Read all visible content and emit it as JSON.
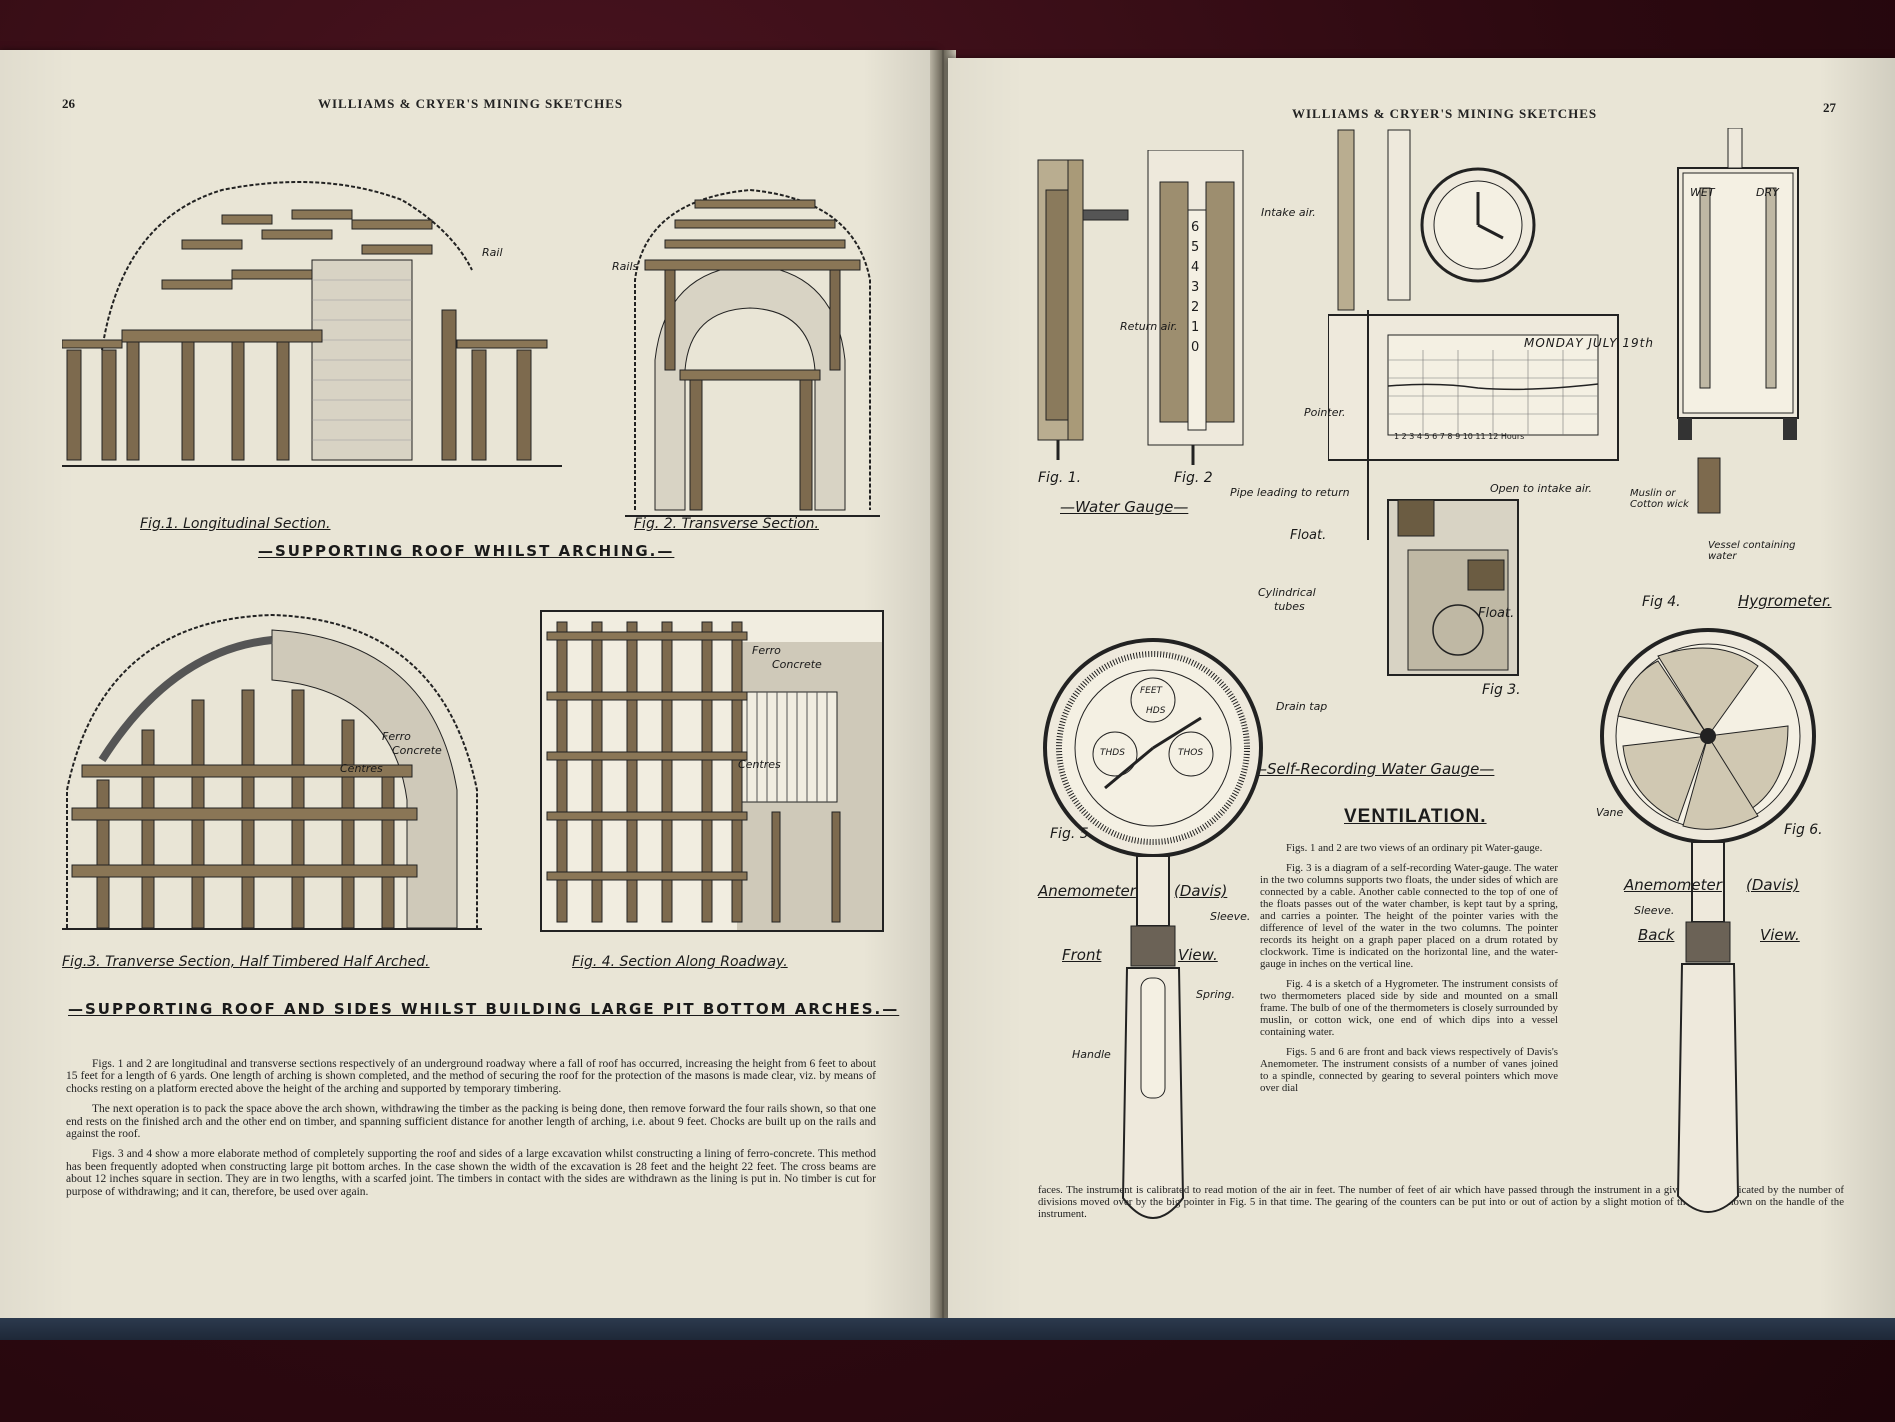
{
  "left": {
    "page_number": "26",
    "running_head": "WILLIAMS & CRYER'S MINING SKETCHES",
    "figures": [
      {
        "caption": "Fig.1.   Longitudinal  Section.",
        "labels": [
          "Rail"
        ]
      },
      {
        "caption": "Fig. 2.   Transverse  Section.",
        "labels": [
          "Rails"
        ]
      },
      {
        "caption": "Fig.3. Tranverse Section, Half Timbered Half Arched.",
        "labels": [
          "Ferro",
          "Concrete",
          "Centres"
        ]
      },
      {
        "caption": "Fig. 4.  Section Along Roadway.",
        "labels": [
          "Ferro",
          "Concrete",
          "Centres"
        ]
      }
    ],
    "section_title_1": "—Supporting Roof Whilst Arching.—",
    "section_title_2": "—Supporting Roof And Sides Whilst Building Large Pit Bottom Arches.—",
    "paragraphs": [
      "Figs. 1 and 2 are longitudinal and transverse sections respectively of an underground roadway where a fall of roof has occurred, increasing the height from 6 feet to about 15 feet for a length of 6 yards. One length of arching is shown completed, and the method of securing the roof for the protection of the masons is made clear, viz. by means of chocks resting on a platform erected above the height of the arching and supported by temporary timbering.",
      "The next operation is to pack the space above the arch shown, withdrawing the timber as the packing is being done, then remove forward the four rails shown, so that one end rests on the finished arch and the other end on timber, and spanning sufficient distance for another length of arching, i.e. about 9 feet. Chocks are built up on the rails and against the roof.",
      "Figs. 3 and 4 show a more elaborate method of completely supporting the roof and sides of a large excavation whilst constructing a lining of ferro-concrete. This method has been frequently adopted when constructing large pit bottom arches. In the case shown the width of the excavation is 28 feet and the height 22 feet. The cross beams are about 12 inches square in section. They are in two lengths, with a scarfed joint. The timbers in contact with the sides are withdrawn as the lining is put in. No timber is cut for purpose of withdrawing; and it can, therefore, be used over again."
    ]
  },
  "right": {
    "page_number": "27",
    "running_head": "WILLIAMS & CRYER'S MINING SKETCHES",
    "water_gauge": {
      "fig1": "Fig. 1.",
      "fig2": "Fig. 2",
      "title": "—Water Gauge—",
      "return_air": "Return air.",
      "intake_air": "Intake air.",
      "scale": [
        "6",
        "5",
        "4",
        "3",
        "2",
        "1",
        "0"
      ]
    },
    "recorder": {
      "chart_heading": "MONDAY JULY 19th",
      "hours": "1 2 3 4 5 6 7 8 9 10 11 12 Hours",
      "pointer": "Pointer.",
      "pipe": "Pipe leading to return",
      "open_intake": "Open to intake air.",
      "float1": "Float.",
      "float2": "Float.",
      "cylindrical": "Cylindrical",
      "tubes": "tubes",
      "drain": "Drain tap",
      "fig": "Fig 3.",
      "title": "—Self-Recording Water Gauge—"
    },
    "hygrometer": {
      "wet": "WET",
      "dry": "DRY",
      "muslin": "Muslin or Cotton wick",
      "vessel": "Vessel containing water",
      "fig": "Fig 4.",
      "title": "Hygrometer."
    },
    "front_anemometer": {
      "fig": "Fig. 5.",
      "dial_feet": "FEET",
      "dial_hds": "HDS",
      "dial_thds": "THDS",
      "dial_thos": "THOS",
      "name": "Anemometer",
      "maker": "(Davis)",
      "sleeve": "Sleeve.",
      "front": "Front",
      "view": "View.",
      "spring": "Spring.",
      "handle": "Handle"
    },
    "back_anemometer": {
      "fig": "Fig 6.",
      "vane": "Vane",
      "name": "Anemometer",
      "maker": "(Davis)",
      "sleeve": "Sleeve.",
      "back": "Back",
      "view": "View."
    },
    "ventilation_title": "VENTILATION.",
    "paragraphs": [
      "Figs. 1 and 2 are two views of an ordinary pit Water-gauge.",
      "Fig. 3 is a diagram of a self-recording Water-gauge. The water in the two columns supports two floats, the under sides of which are connected by a cable. Another cable connected to the top of one of the floats passes out of the water chamber, is kept taut by a spring, and carries a pointer. The height of the pointer varies with the difference of level of the water in the two columns. The pointer records its height on a graph paper placed on a drum rotated by clockwork. Time is indicated on the horizontal line, and the water-gauge in inches on the vertical line.",
      "Fig. 4 is a sketch of a Hygrometer. The instrument consists of two thermometers placed side by side and mounted on a small frame. The bulb of one of the thermometers is closely surrounded by muslin, or cotton wick, one end of which dips into a vessel containing water.",
      "Figs. 5 and 6 are front and back views respectively of Davis's Anemometer. The instrument consists of a number of vanes joined to a spindle, connected by gearing to several pointers which move over dial"
    ],
    "final_paragraph": "faces. The instrument is calibrated to read motion of the air in feet. The number of feet of air which have passed through the instrument in a given time is indicated by the number of divisions moved over by the big pointer in Fig. 5 in that time. The gearing of the counters can be put into or out of action by a slight motion of the sleeve shown on the handle of the instrument."
  }
}
